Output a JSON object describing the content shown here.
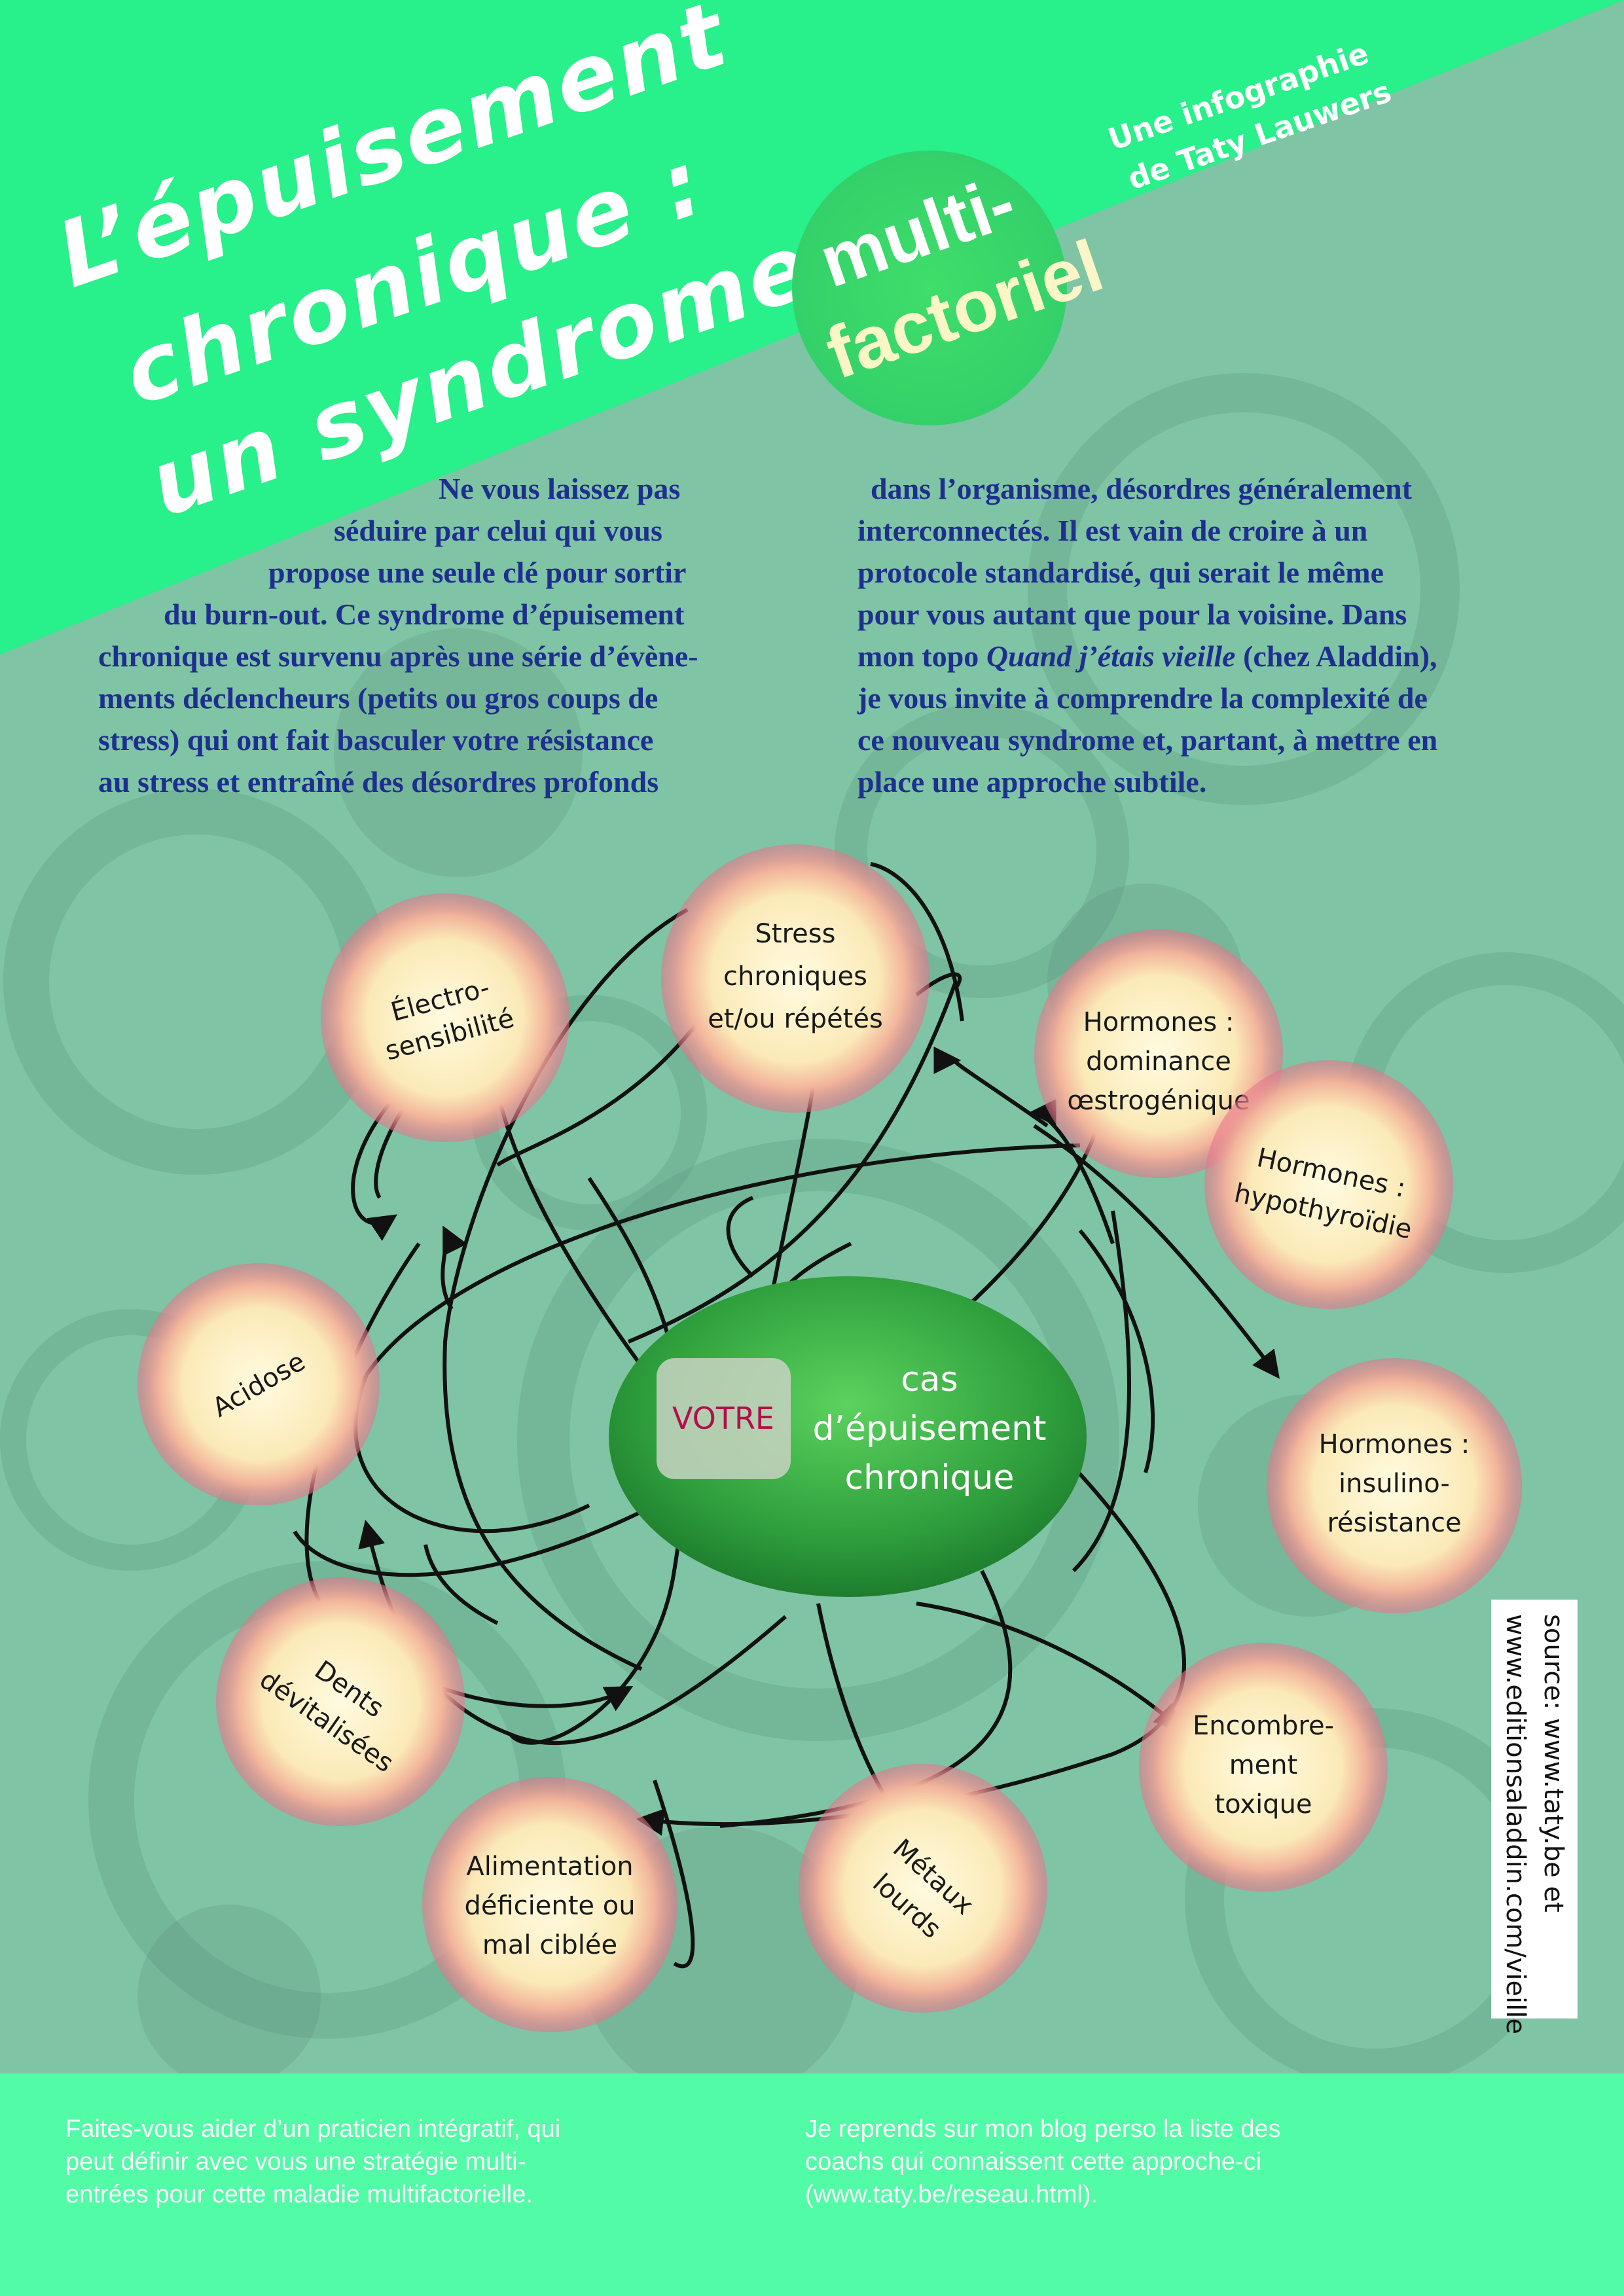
{
  "title": {
    "line1": "L’épuisement",
    "line2": "chronique :",
    "line3": "un syndrome"
  },
  "badge": {
    "top": "multi-",
    "bottom": "factoriel"
  },
  "credit": {
    "line1": "Une infographie",
    "line2": "de Taty Lauwers"
  },
  "intro": {
    "left_lines": [
      "Ne vous laissez pas",
      "séduire par celui qui vous",
      "propose une seule clé pour sortir",
      "du burn-out. Ce syndrome d’épuisement",
      "chronique est survenu après une série d’évène-",
      "ments déclencheurs (petits ou gros coups de",
      "stress) qui ont fait basculer votre résistance",
      "au stress et entraîné des désordres profonds"
    ],
    "right_line1": "dans l’organisme, désordres généralement",
    "right_line2": "interconnectés. Il est vain de croire à un",
    "right_line3": "protocole standardisé, qui serait le même",
    "right_line4": "pour vous autant que pour la voisine. Dans",
    "right_line5_pre": "mon topo ",
    "right_line5_book": "Quand j’étais vieille",
    "right_line5_post": " (chez Aladdin),",
    "right_line6": "je vous invite à comprendre la complexité de",
    "right_line7": "ce nouveau syndrome et, partant, à mettre en",
    "right_line8": "place une approche subtile."
  },
  "center": {
    "badge": "VOTRE",
    "line1": "cas",
    "line2": "d’épuisement",
    "line3": "chronique",
    "color": "#2e9e3c"
  },
  "factors": {
    "electro": [
      "Électro-",
      "sensibilité"
    ],
    "stress": [
      "Stress",
      "chroniques",
      "et/ou répétés"
    ],
    "oestro": [
      "Hormones :",
      "dominance",
      "œstrogénique"
    ],
    "thyro": [
      "Hormones :",
      "hypothyroïdie"
    ],
    "insulin": [
      "Hormones :",
      "insulino-",
      "résistance"
    ],
    "toxique": [
      "Encombre-",
      "ment",
      "toxique"
    ],
    "metaux": [
      "Métaux",
      "lourds"
    ],
    "aliment": [
      "Alimentation",
      "déficiente ou",
      "mal ciblée"
    ],
    "dents": [
      "Dents",
      "dévitalisées"
    ],
    "acidose": [
      "Acidose"
    ]
  },
  "source": {
    "line1": "source: www.taty.be  et",
    "line2": "www.editionsaladdin.com/vieille"
  },
  "footer": {
    "left": [
      "Faites-vous aider d’un praticien intégratif, qui",
      "peut définir avec vous une stratégie multi-",
      "entrées pour cette maladie multifactorielle."
    ],
    "right": [
      "Je reprends sur mon blog perso la liste des",
      "coachs qui connaissent cette approche-ci",
      "(www.taty.be/reseau.html)."
    ]
  },
  "colors": {
    "banner": "#28f08a",
    "footer": "#52fba6",
    "background": "#7fc4a4",
    "intro_text": "#1e2f8f"
  }
}
